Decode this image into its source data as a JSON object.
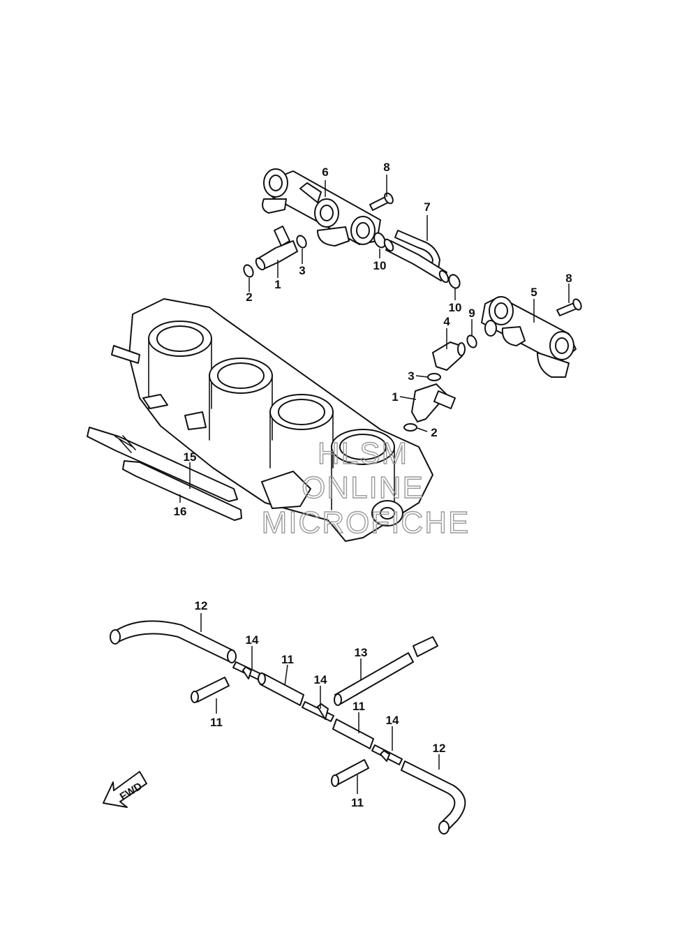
{
  "callouts": [
    {
      "label": "6"
    },
    {
      "label": "8"
    },
    {
      "label": "7"
    },
    {
      "label": "1"
    },
    {
      "label": "3"
    },
    {
      "label": "10"
    },
    {
      "label": "2"
    },
    {
      "label": "10"
    },
    {
      "label": "8"
    },
    {
      "label": "5"
    },
    {
      "label": "9"
    },
    {
      "label": "4"
    },
    {
      "label": "3"
    },
    {
      "label": "1"
    },
    {
      "label": "2"
    },
    {
      "label": "15"
    },
    {
      "label": "16"
    },
    {
      "label": "12"
    },
    {
      "label": "14"
    },
    {
      "label": "11"
    },
    {
      "label": "13"
    },
    {
      "label": "14"
    },
    {
      "label": "11"
    },
    {
      "label": "11"
    },
    {
      "label": "14"
    },
    {
      "label": "12"
    },
    {
      "label": "11"
    }
  ],
  "watermark": [
    "HLSM",
    "ONLINE",
    "MICROFICHE"
  ],
  "fwd_label": "FWD"
}
